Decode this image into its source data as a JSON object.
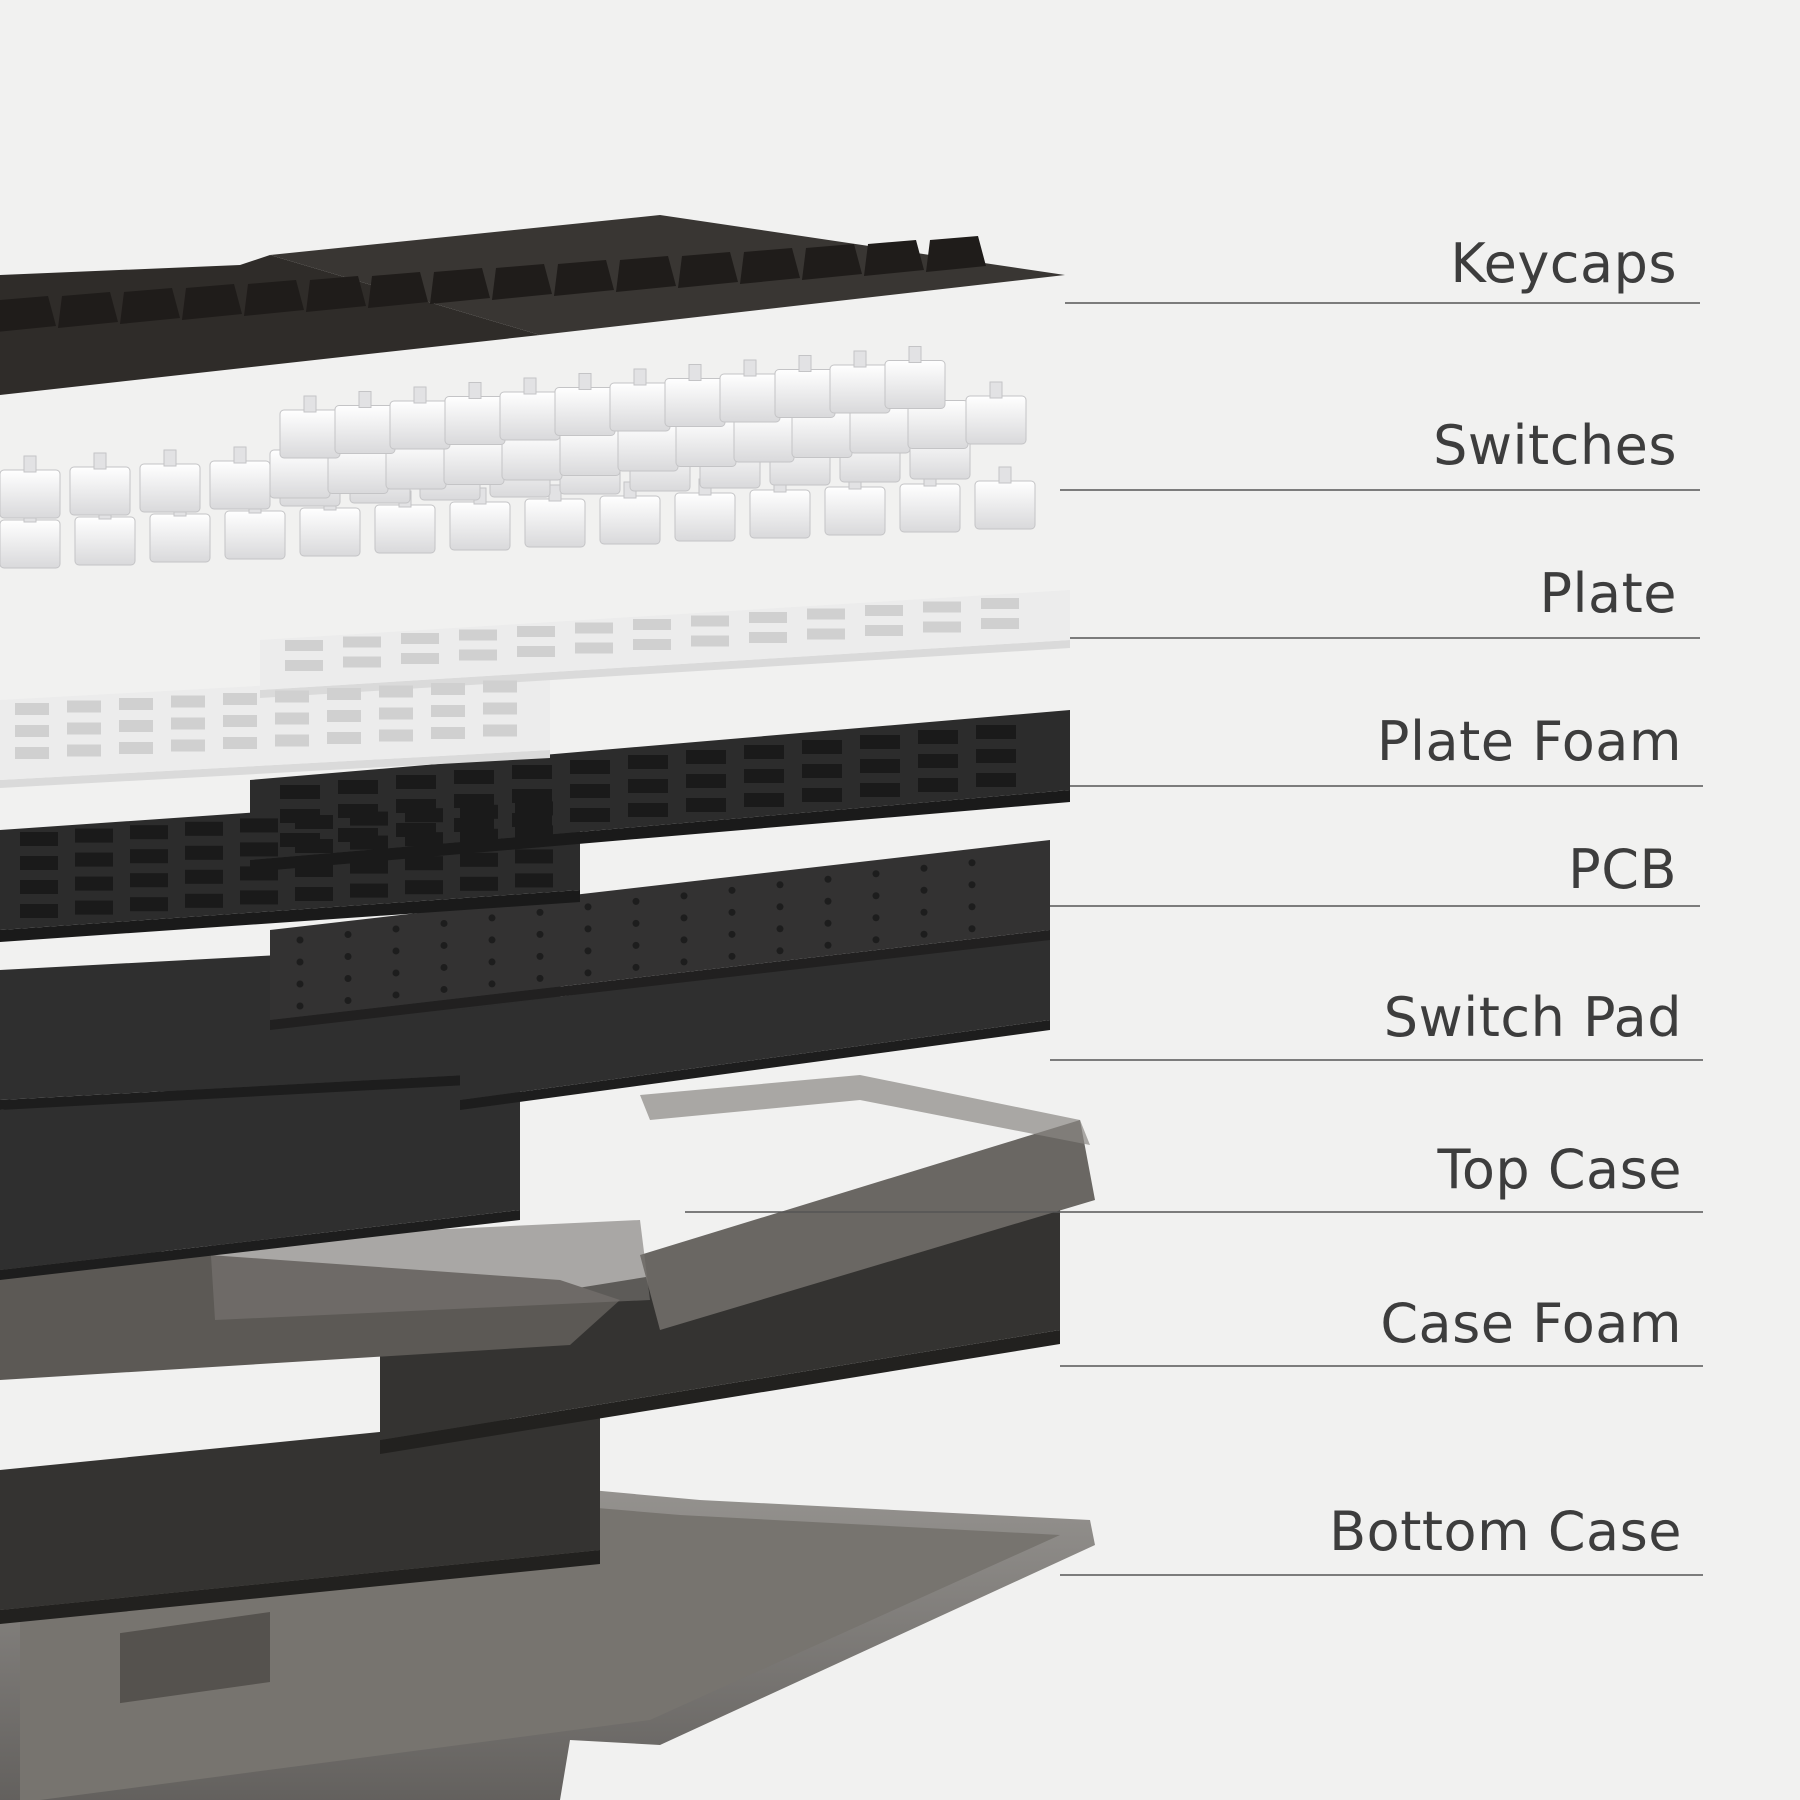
{
  "background_color": "#f1f1f0",
  "text_color": "#3d3d3d",
  "leader_color": "#555555",
  "colors": {
    "keycaps": "#2f2c29",
    "switches": "#f3f3f4",
    "plate": "#ececec",
    "plate_foam": "#2c2c2c",
    "pcb": "#333232",
    "switch_pad": "#2f2f2f",
    "top_case": "#5a5753",
    "case_foam": "#343331",
    "bottom_case": "#6b6864"
  },
  "layers": [
    {
      "id": "keycaps",
      "label": "Keycaps"
    },
    {
      "id": "switches",
      "label": "Switches"
    },
    {
      "id": "plate",
      "label": "Plate"
    },
    {
      "id": "plate-foam",
      "label": "Plate Foam"
    },
    {
      "id": "pcb",
      "label": "PCB"
    },
    {
      "id": "switch-pad",
      "label": "Switch Pad"
    },
    {
      "id": "top-case",
      "label": "Top Case"
    },
    {
      "id": "case-foam",
      "label": "Case Foam"
    },
    {
      "id": "bottom-case",
      "label": "Bottom Case"
    }
  ]
}
